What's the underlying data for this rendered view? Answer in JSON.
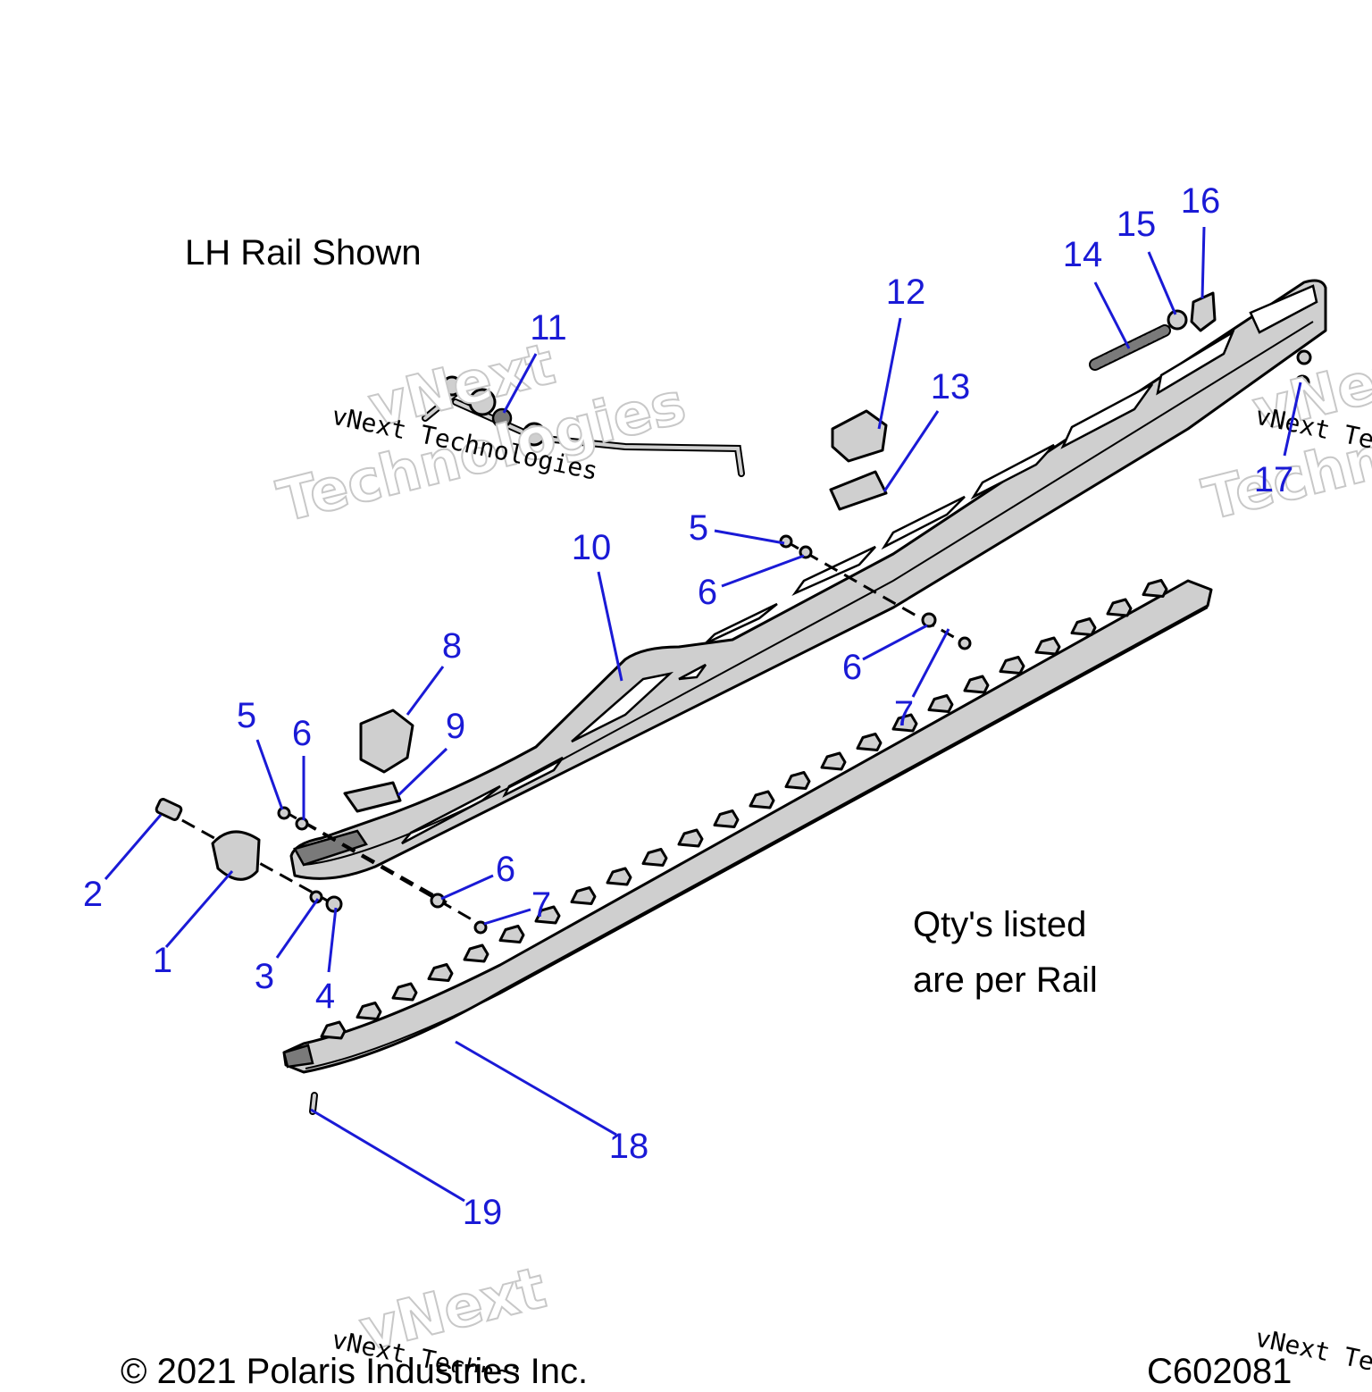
{
  "notes": {
    "view_label": "LH Rail Shown",
    "qty_line1": "Qty's listed",
    "qty_line2": "are per Rail"
  },
  "watermark": {
    "line1": "vNext",
    "line2": "Technologies",
    "small": "vNext Technologies"
  },
  "footer": {
    "copyright": "© 2021 Polaris Industries Inc.",
    "drawing_id": "C602081"
  },
  "colors": {
    "callout": "#1a1ad6",
    "part_fill": "#cfcfcf",
    "outline": "#000000"
  },
  "callouts": [
    {
      "id": "c1",
      "label": "1"
    },
    {
      "id": "c2",
      "label": "2"
    },
    {
      "id": "c3",
      "label": "3"
    },
    {
      "id": "c4",
      "label": "4"
    },
    {
      "id": "c5a",
      "label": "5"
    },
    {
      "id": "c6a",
      "label": "6"
    },
    {
      "id": "c6b",
      "label": "6"
    },
    {
      "id": "c7a",
      "label": "7"
    },
    {
      "id": "c8",
      "label": "8"
    },
    {
      "id": "c9",
      "label": "9"
    },
    {
      "id": "c10",
      "label": "10"
    },
    {
      "id": "c5b",
      "label": "5"
    },
    {
      "id": "c6c",
      "label": "6"
    },
    {
      "id": "c6d",
      "label": "6"
    },
    {
      "id": "c7b",
      "label": "7"
    },
    {
      "id": "c11",
      "label": "11"
    },
    {
      "id": "c12",
      "label": "12"
    },
    {
      "id": "c13",
      "label": "13"
    },
    {
      "id": "c14",
      "label": "14"
    },
    {
      "id": "c15",
      "label": "15"
    },
    {
      "id": "c16",
      "label": "16"
    },
    {
      "id": "c17",
      "label": "17"
    },
    {
      "id": "c18",
      "label": "18"
    },
    {
      "id": "c19",
      "label": "19"
    }
  ]
}
